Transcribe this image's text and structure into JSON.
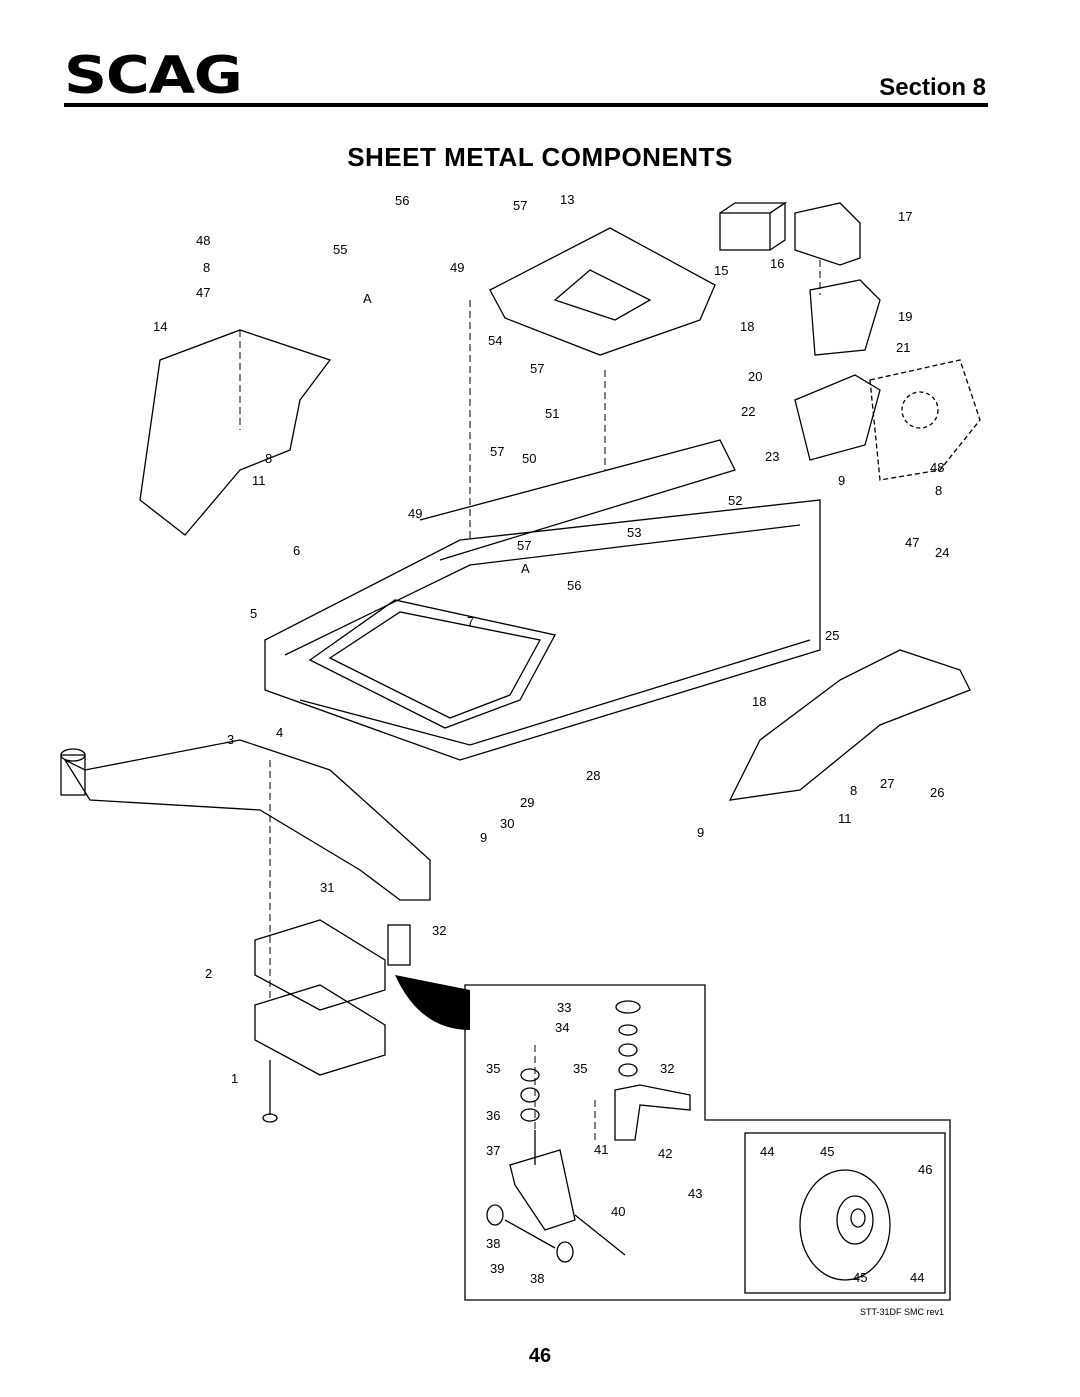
{
  "header": {
    "brand": "SCAG",
    "section": "Section 8",
    "title": "SHEET METAL COMPONENTS"
  },
  "callouts": [
    "56",
    "57",
    "13",
    "17",
    "48",
    "55",
    "8",
    "49",
    "16",
    "15",
    "47",
    "A",
    "14",
    "18",
    "19",
    "54",
    "21",
    "57",
    "20",
    "51",
    "22",
    "57",
    "50",
    "8",
    "23",
    "48",
    "11",
    "9",
    "8",
    "52",
    "49",
    "53",
    "47",
    "6",
    "57",
    "24",
    "A",
    "56",
    "5",
    "7",
    "25",
    "18",
    "4",
    "3",
    "28",
    "29",
    "27",
    "8",
    "26",
    "30",
    "9",
    "11",
    "9",
    "31",
    "32",
    "2",
    "33",
    "34",
    "35",
    "35",
    "32",
    "1",
    "36",
    "37",
    "41",
    "42",
    "44",
    "45",
    "46",
    "43",
    "40",
    "38",
    "39",
    "38",
    "45",
    "44"
  ],
  "footer": {
    "drawing_ref": "STT-31DF SMC rev1",
    "page_number": "46"
  }
}
